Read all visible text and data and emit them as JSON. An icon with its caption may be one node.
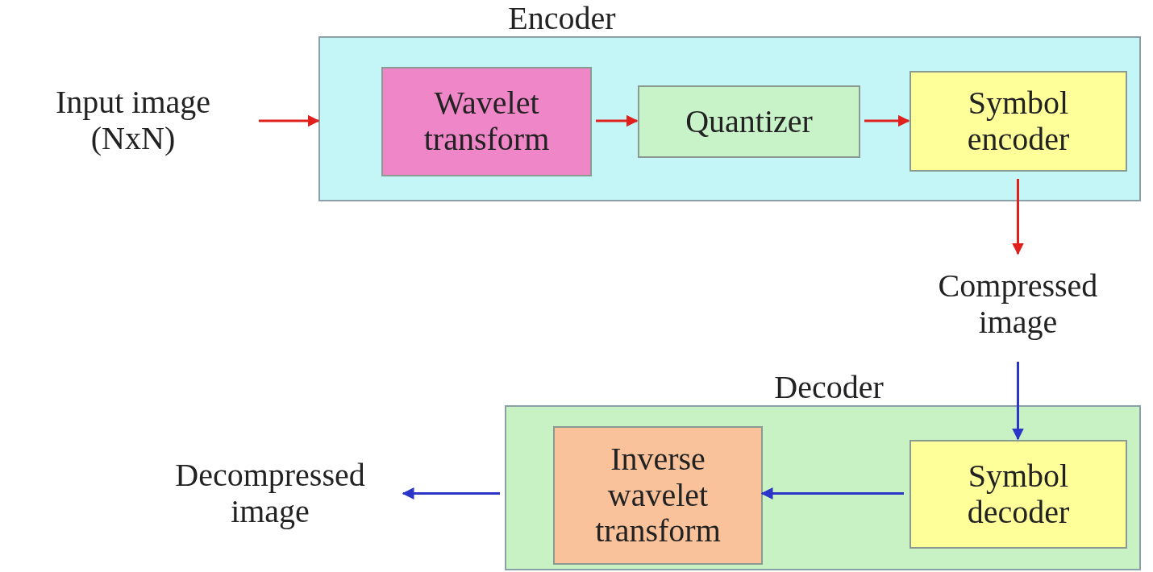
{
  "diagram": {
    "nodes": [
      {
        "text": [
          "Encoder"
        ]
      },
      {
        "text": [
          "Input image (NxN)"
        ]
      },
      {
        "text": [
          "Wavelet transform"
        ],
        "in": 0
      },
      {
        "text": [
          "Quantizer"
        ],
        "in": 0
      },
      {
        "text": [
          "Symbol encoder"
        ],
        "in": 0
      },
      {
        "text": [
          "Compressed image"
        ]
      },
      {
        "text": [
          "Decoder"
        ]
      },
      {
        "text": [
          "Inverse wavelet transform"
        ],
        "in": 6
      },
      {
        "text": [
          "Symbol decoder"
        ],
        "in": 6
      },
      {
        "text": [
          "Decompressed image"
        ]
      }
    ],
    "edges": [
      {
        "from": 1,
        "to": 0,
        "arrow": "to"
      },
      {
        "from": 2,
        "to": 3,
        "arrow": "to"
      },
      {
        "from": 3,
        "to": 4,
        "arrow": "to"
      },
      {
        "from": 4,
        "to": 5,
        "arrow": "to"
      },
      {
        "from": 5,
        "to": 8,
        "arrow": "to",
        "color": "#2b35c8"
      },
      {
        "from": 8,
        "to": 7,
        "arrow": "to",
        "color": "#2b35c8"
      },
      {
        "from": 6,
        "to": 9,
        "arrow": "to",
        "color": "#2b35c8"
      }
    ]
  }
}
